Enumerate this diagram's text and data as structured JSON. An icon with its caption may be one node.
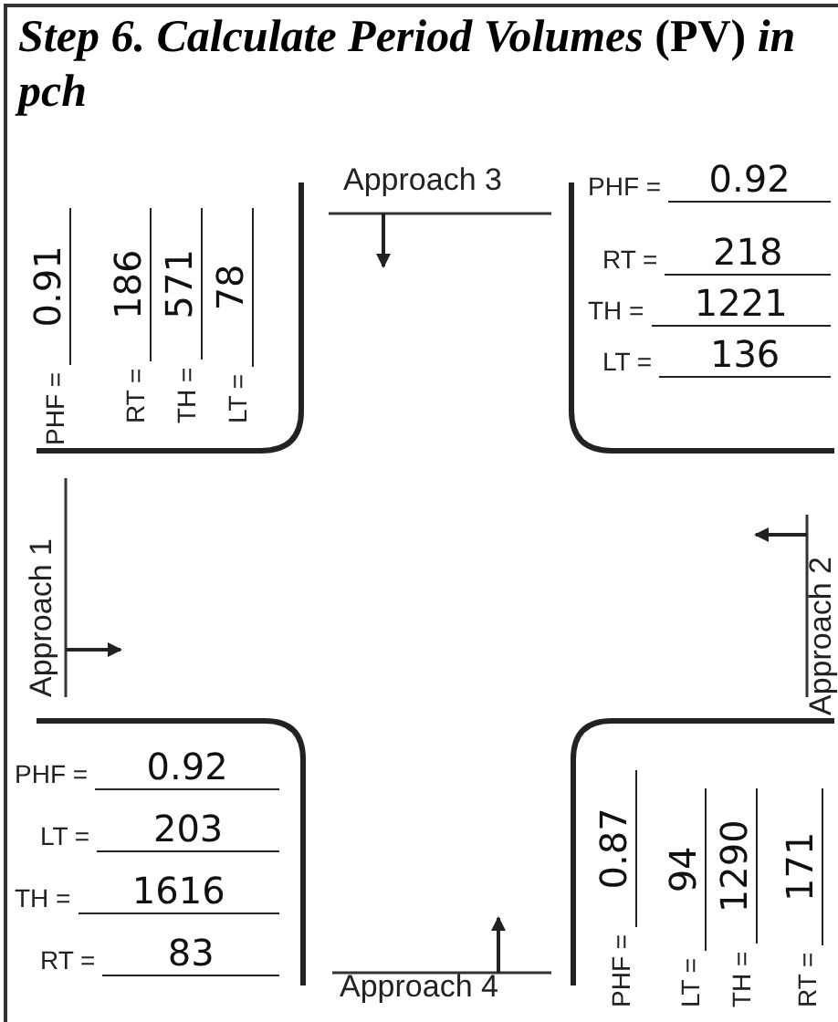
{
  "diagram": {
    "title": "*Step 6. Calculate Period Volumes* (PV) *in pch*",
    "labels": [
      "PHF =",
      "0.91",
      "RT =",
      "186",
      "TH =",
      "571",
      "LT =",
      "78",
      "Approach 3",
      "PHF =",
      "0.92",
      "RT =",
      "218",
      "TH =",
      "1221",
      "LT =",
      "136",
      "Approach 1",
      "Approach 2",
      "PHF =",
      "0.92",
      "LT =",
      "203",
      "TH =",
      "1616",
      "RT =",
      "83",
      "Approach 4",
      "PHF =",
      "0.87",
      "LT =",
      "94",
      "TH =",
      "1290",
      "RT =",
      "171"
    ]
  }
}
